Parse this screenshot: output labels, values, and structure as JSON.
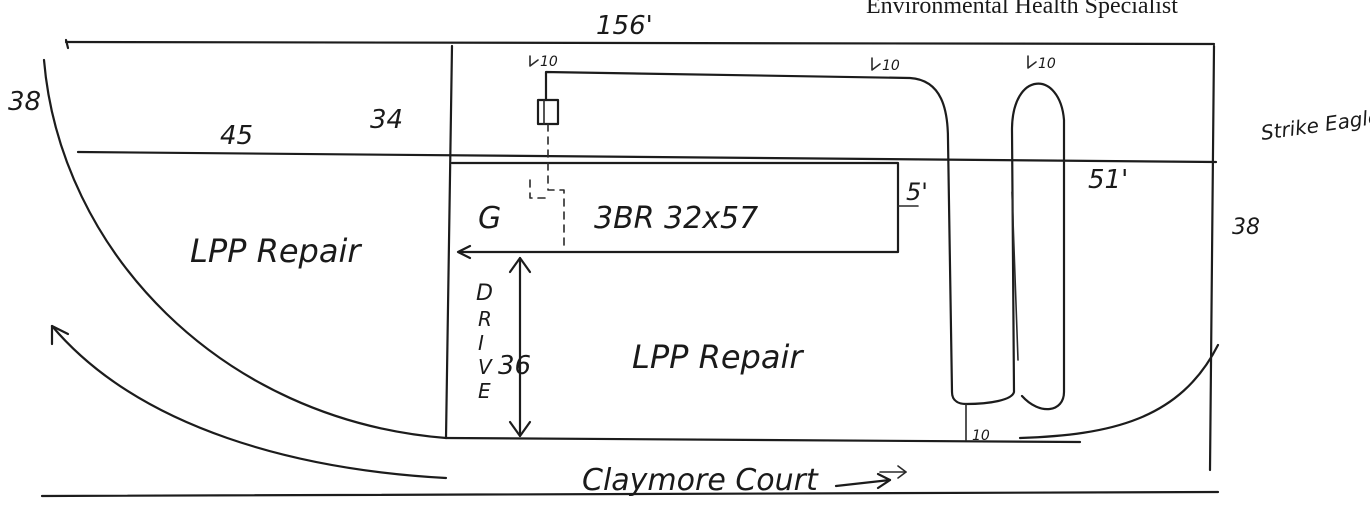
{
  "header": {
    "printed_title": "Environmental Health Specialist"
  },
  "labels": {
    "top_length": "156'",
    "left_edge": "38",
    "left_upper": "45",
    "mid_upper": "34",
    "house_garage": "G",
    "house_label": "3BR 32x57",
    "house_setback": "5'",
    "right_dim": "51'",
    "left_field": "LPP Repair",
    "lower_field": "LPP Repair",
    "drive_letters": [
      "D",
      "R",
      "I",
      "V",
      "E"
    ],
    "drive_dim": "36",
    "road": "Claymore Court",
    "right_side": "Strike Eagle Drive",
    "right_side_prefix": "38",
    "line_marker": "10"
  }
}
